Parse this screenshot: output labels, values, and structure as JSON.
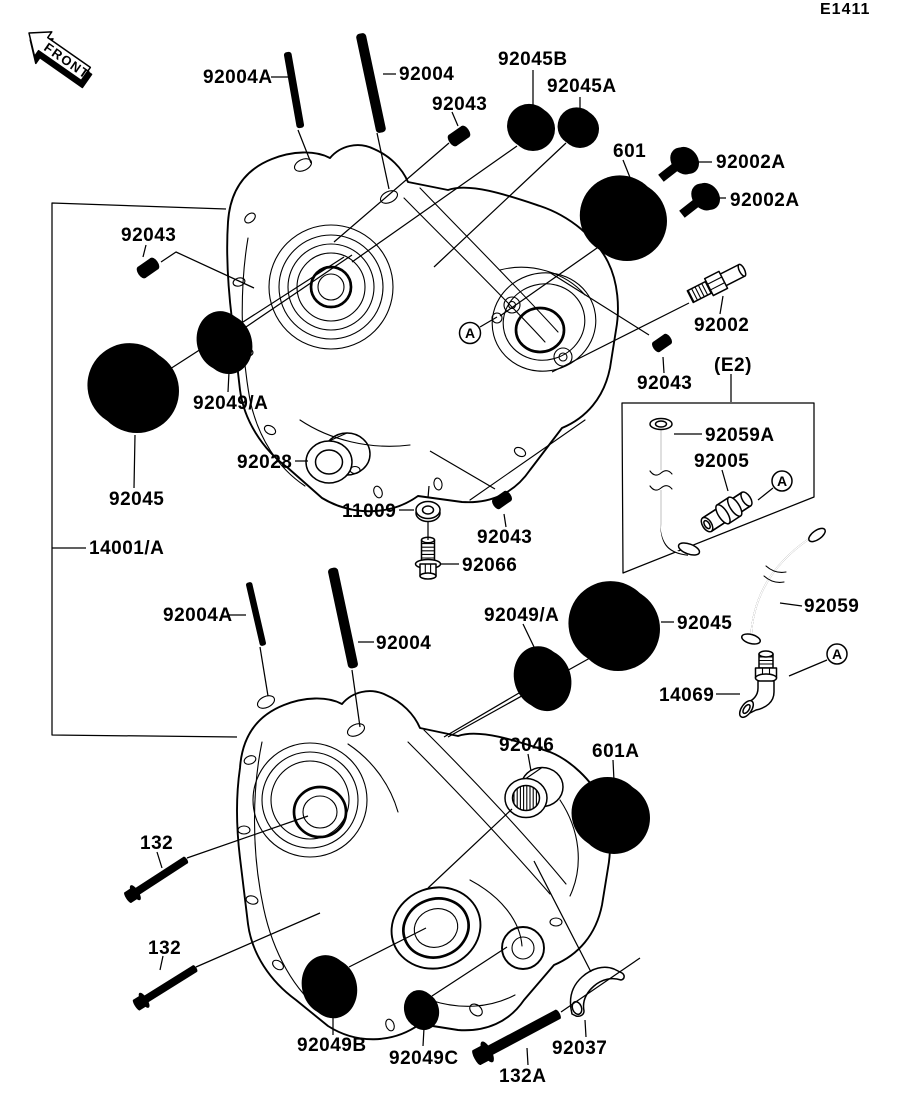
{
  "page": {
    "code": "E1411",
    "front_marker": "FRONT",
    "detail_box_ref": "(E2)",
    "callout_letter": "A",
    "line_color": "#000000",
    "background_color": "#ffffff"
  },
  "part_labels": {
    "p92004a_top": "92004A",
    "p92004_top": "92004",
    "p92043_top": "92043",
    "p92045b": "92045B",
    "p92045a": "92045A",
    "p601": "601",
    "p92002a_1": "92002A",
    "p92002a_2": "92002A",
    "p92002": "92002",
    "p92043_left": "92043",
    "p92049a_top": "92049/A",
    "p92045_left": "92045",
    "p92028": "92028",
    "p11009": "11009",
    "p92043_mid": "92043",
    "p92066": "92066",
    "p92043_right": "92043",
    "p92059a": "92059A",
    "p92005": "92005",
    "p14001a": "14001/A",
    "p92004a_bottom": "92004A",
    "p92004_bottom": "92004",
    "p92049a_bottom": "92049/A",
    "p92045_bottom": "92045",
    "p92059": "92059",
    "p14069": "14069",
    "p92046": "92046",
    "p601a": "601A",
    "p132_1": "132",
    "p132_2": "132",
    "p92049b": "92049B",
    "p92049c": "92049C",
    "p132a": "132A",
    "p92037": "92037"
  }
}
